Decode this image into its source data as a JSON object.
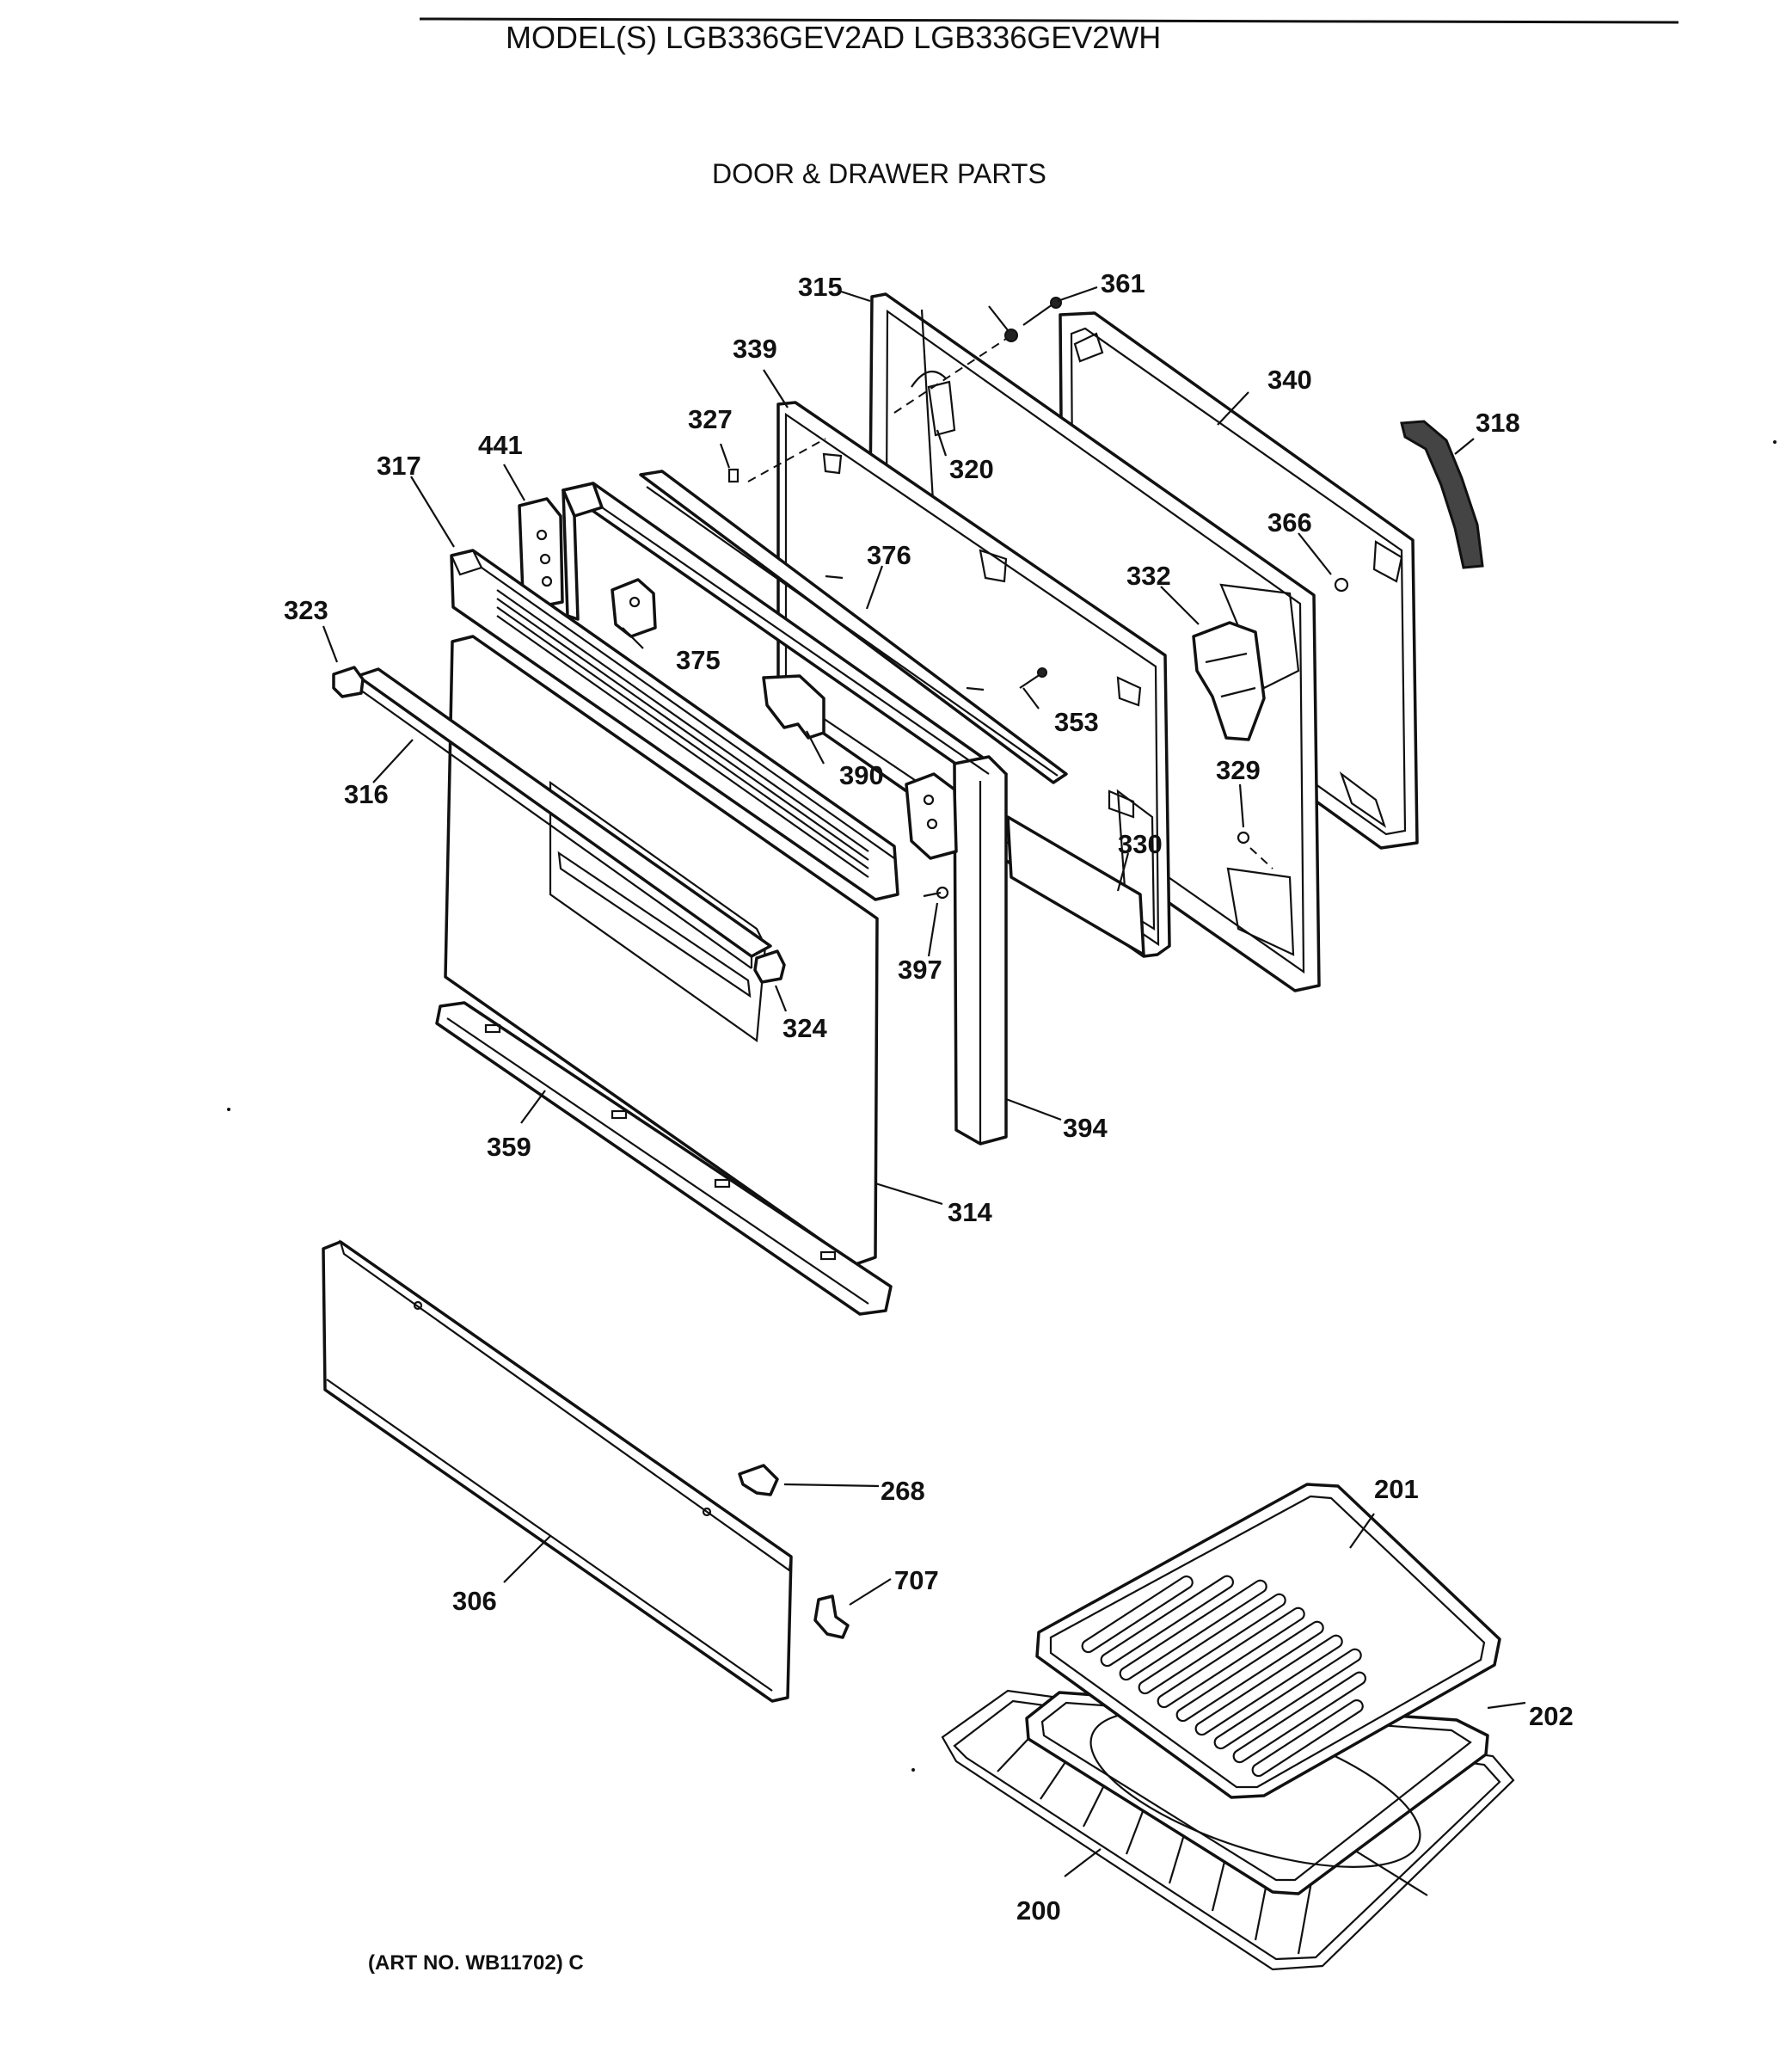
{
  "header": {
    "model_title": "MODEL(S) LGB336GEV2AD  LGB336GEV2WH",
    "section_title": "DOOR & DRAWER PARTS"
  },
  "footer": {
    "art_number": "(ART NO. WB11702) C"
  },
  "callouts": {
    "p200": "200",
    "p201": "201",
    "p202": "202",
    "p268": "268",
    "p306": "306",
    "p314": "314",
    "p315": "315",
    "p316": "316",
    "p317": "317",
    "p318": "318",
    "p320": "320",
    "p323": "323",
    "p324": "324",
    "p327": "327",
    "p329": "329",
    "p330": "330",
    "p332": "332",
    "p339": "339",
    "p340": "340",
    "p353": "353",
    "p359": "359",
    "p361": "361",
    "p366": "366",
    "p375": "375",
    "p376": "376",
    "p390": "390",
    "p394": "394",
    "p397": "397",
    "p441": "441",
    "p707": "707"
  }
}
